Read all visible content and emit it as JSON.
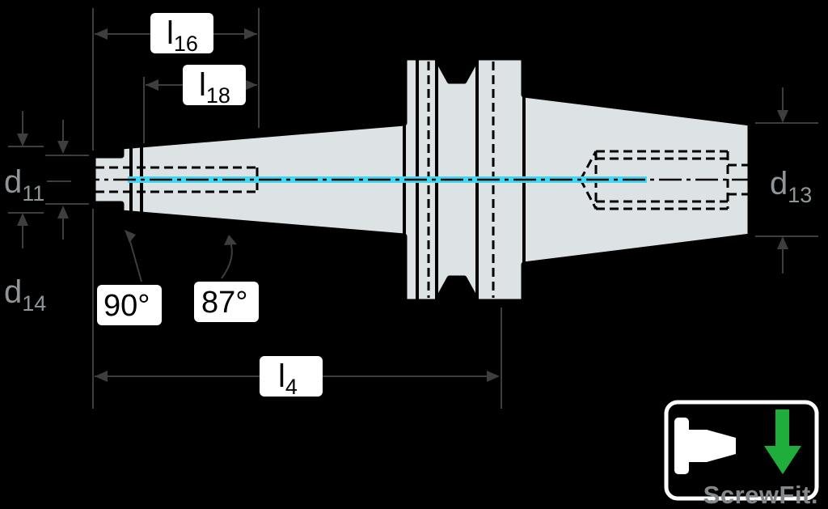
{
  "drawing": {
    "dimension_labels": {
      "l16": {
        "main": "l",
        "sub": "16"
      },
      "l18": {
        "main": "l",
        "sub": "18"
      },
      "l4": {
        "main": "l",
        "sub": "4"
      },
      "d11": {
        "main": "d",
        "sub": "11"
      },
      "d13": {
        "main": "d",
        "sub": "13"
      },
      "d14": {
        "main": "d",
        "sub": "14"
      }
    },
    "angle_labels": {
      "shoulder": "90°",
      "taper": "87°"
    }
  },
  "logo": {
    "text": "ScrewFit.",
    "icons": [
      "tool-silhouette-icon",
      "green-down-arrow-icon"
    ]
  },
  "colors": {
    "background": "#000000",
    "body_fill": "#dde2e5",
    "outline": "#000000",
    "centerline_highlight": "#3fd8f0",
    "dim_line": "#3e3e3e",
    "dim_text": "#8f9598",
    "label_box": "#ffffff",
    "label_text": "#000000",
    "logo_border": "#ffffff",
    "logo_white": "#ffffff",
    "logo_green": "#1fae3c",
    "logo_text": "#82888b"
  }
}
